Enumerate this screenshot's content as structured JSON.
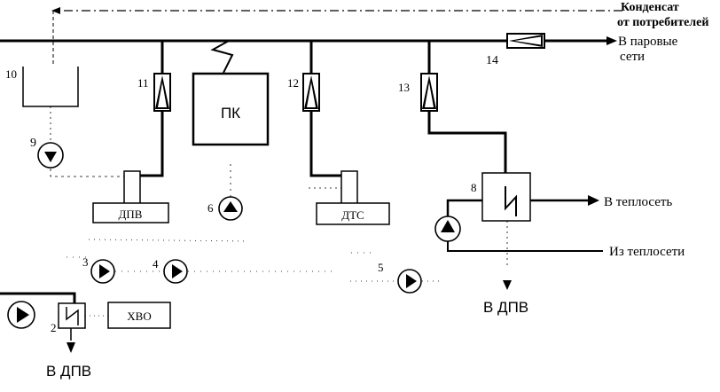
{
  "labels": {
    "condensate_line1": "Конденсат",
    "condensate_line2": "от потребителей",
    "steam_out_line1": "В паровые",
    "steam_out_line2": "сети",
    "to_heating_net": "В теплосеть",
    "from_heating_net": "Из теплосети",
    "pk": "ПК",
    "dpv": "ДПВ",
    "dts": "ДТС",
    "hvo": "ХВО",
    "to_dpv_center": "В ДПВ",
    "to_dpv_left": "В ДПВ"
  },
  "numbers": {
    "n2": "2",
    "n3": "3",
    "n4": "4",
    "n5": "5",
    "n6": "6",
    "n8": "8",
    "n9": "9",
    "n10": "10",
    "n11": "11",
    "n12": "12",
    "n13": "13",
    "n14": "14"
  }
}
